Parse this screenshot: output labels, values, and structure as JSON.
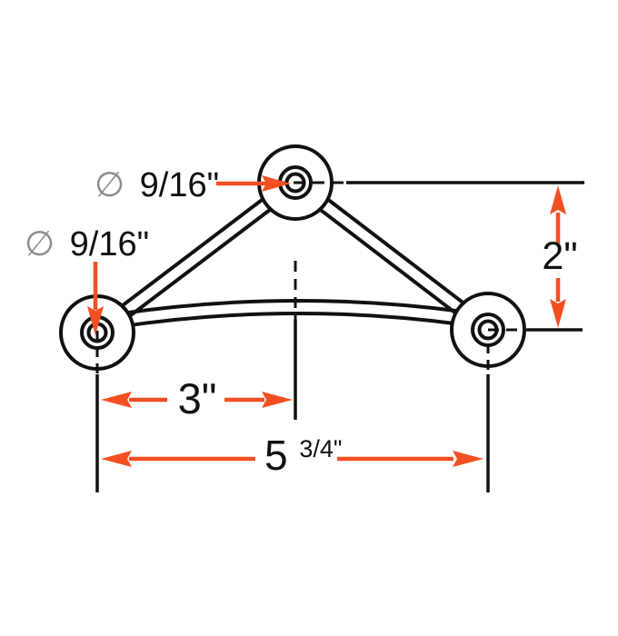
{
  "drawing": {
    "title": "three-hole-bracket-dimension-drawing",
    "colors": {
      "line": "#111111",
      "accent_orange": "#F25022",
      "diameter_symbol_gray": "#8C8C8C",
      "background": "#ffffff"
    },
    "labels": {
      "top_hole_diameter": {
        "symbol": "∅",
        "value": "9/16\""
      },
      "left_hole_diameter": {
        "symbol": "∅",
        "value": "9/16\""
      },
      "vertical_offset": {
        "value": "2\""
      },
      "center_spacing": {
        "value": "3\""
      },
      "overall_spacing": {
        "whole": "5",
        "fraction_and_unit": "3/4\""
      }
    },
    "part": {
      "holes": [
        "top",
        "left",
        "right"
      ]
    }
  }
}
